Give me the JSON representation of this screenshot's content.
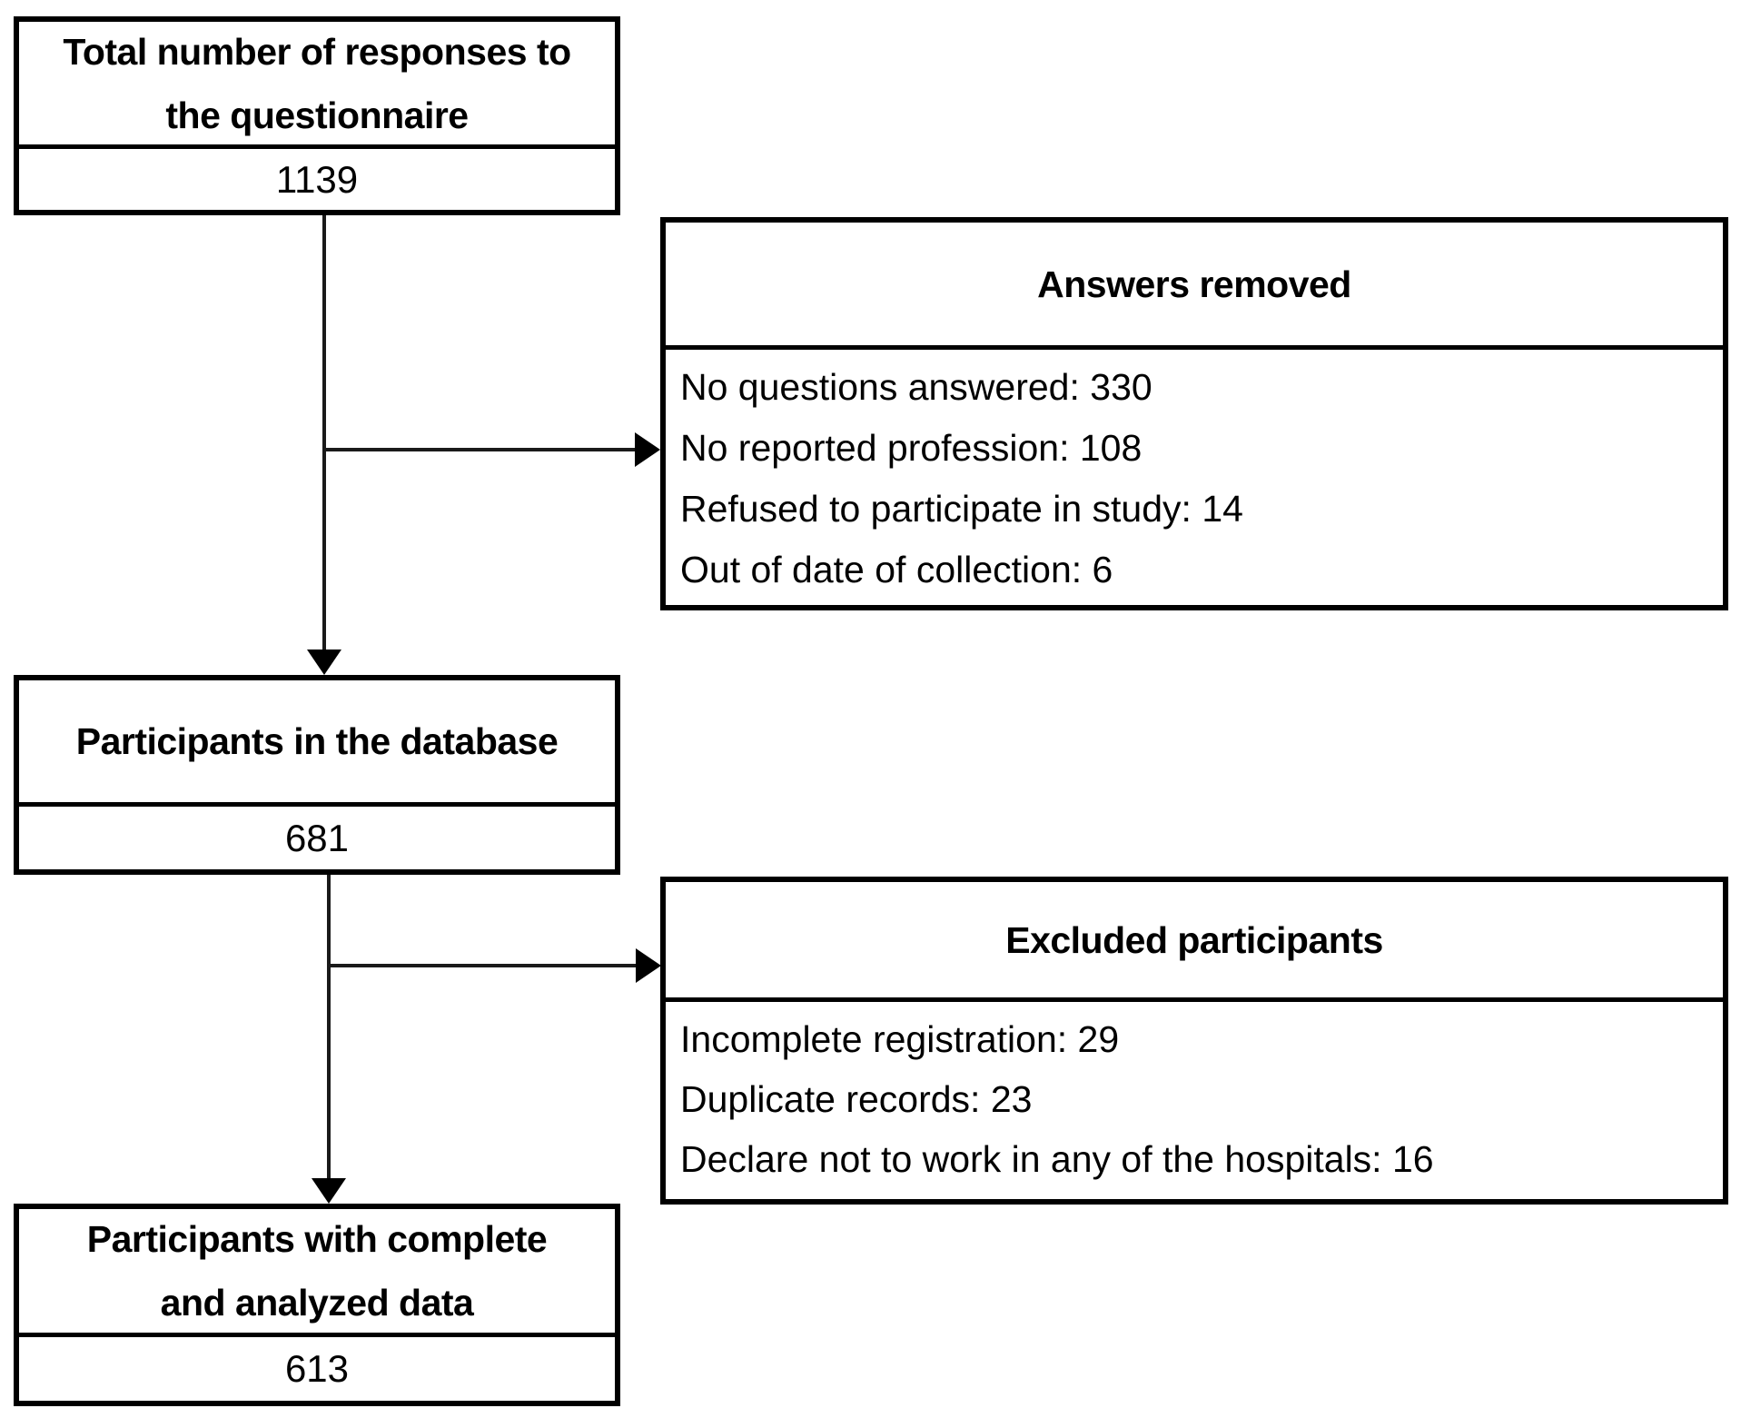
{
  "colors": {
    "background": "#ffffff",
    "box_border": "#000000",
    "text": "#000000",
    "connector": "#1a1a1a"
  },
  "nodes": {
    "total_responses": {
      "title_line1": "Total number of responses to",
      "title_line2": "the questionnaire",
      "value": "1139"
    },
    "answers_removed": {
      "title": "Answers removed",
      "items": [
        "No questions answered: 330",
        "No reported profession: 108",
        "Refused to participate in study: 14",
        "Out of date of collection: 6"
      ]
    },
    "participants_database": {
      "title": "Participants in the database",
      "value": "681"
    },
    "excluded_participants": {
      "title": "Excluded participants",
      "items": [
        "Incomplete registration: 29",
        "Duplicate records: 23",
        "Declare not to work in any of the hospitals: 16"
      ]
    },
    "final_participants": {
      "title_line1": "Participants with complete",
      "title_line2": "and analyzed data",
      "value": "613"
    }
  }
}
